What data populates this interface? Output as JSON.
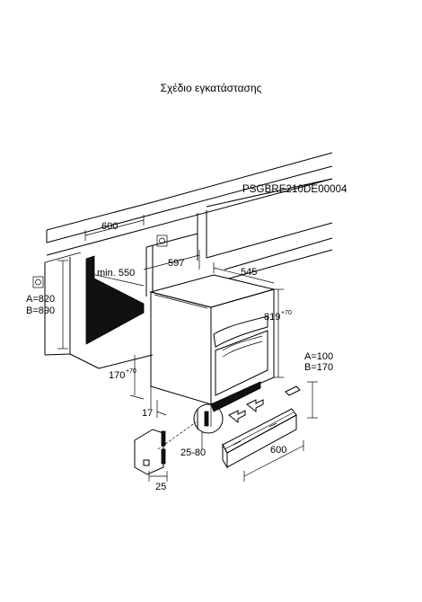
{
  "title": "Σχέδιο εγκατάστασης",
  "drawing_code": "PSGBRE210DE00004",
  "dimensions": {
    "niche_width": "600",
    "niche_min_depth": "min. 550",
    "unit_depth": "597",
    "unit_width": "545",
    "unit_height": "819",
    "unit_height_tol": "+70",
    "niche_height_a": "A=820",
    "niche_height_b": "B=890",
    "plinth_height": "170",
    "plinth_height_tol": "+70",
    "plinth_offset": "17",
    "door_gap": "25-80",
    "plinth_a": "A=100",
    "plinth_b": "B=170",
    "plinth_width": "600",
    "hinge_gap": "25"
  }
}
